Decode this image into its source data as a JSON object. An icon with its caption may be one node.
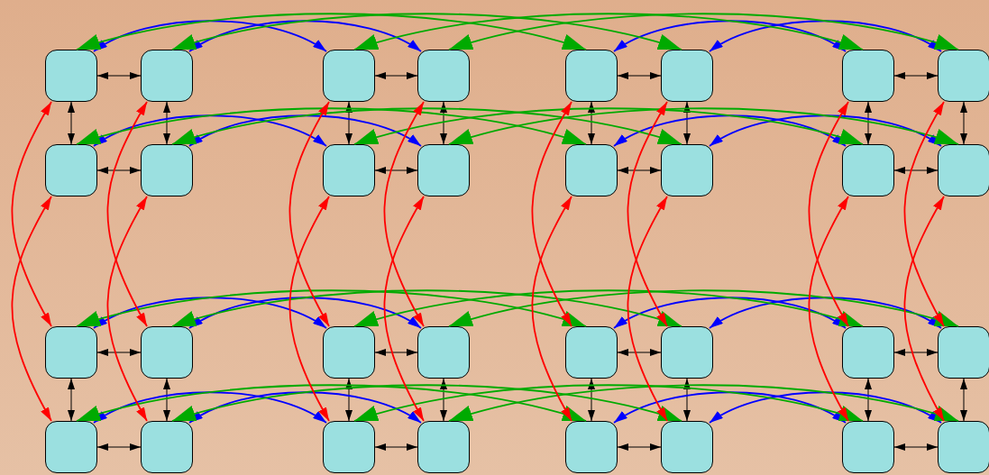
{
  "diagram": {
    "nodes": [
      {
        "text": [],
        "shape": "box"
      },
      {
        "text": [],
        "shape": "box"
      },
      {
        "text": [],
        "shape": "box"
      },
      {
        "text": [],
        "shape": "box"
      },
      {
        "text": [],
        "shape": "box"
      },
      {
        "text": [],
        "shape": "box"
      },
      {
        "text": [],
        "shape": "box"
      },
      {
        "text": [],
        "shape": "box"
      },
      {
        "text": [],
        "shape": "box"
      },
      {
        "text": [],
        "shape": "box"
      },
      {
        "text": [],
        "shape": "box"
      },
      {
        "text": [],
        "shape": "box"
      },
      {
        "text": [],
        "shape": "box"
      },
      {
        "text": [],
        "shape": "box"
      },
      {
        "text": [],
        "shape": "box"
      },
      {
        "text": [],
        "shape": "box"
      },
      {
        "text": [],
        "shape": "box"
      },
      {
        "text": [],
        "shape": "box"
      },
      {
        "text": [],
        "shape": "box"
      },
      {
        "text": [],
        "shape": "box"
      },
      {
        "text": [],
        "shape": "box"
      },
      {
        "text": [],
        "shape": "box"
      },
      {
        "text": [],
        "shape": "box"
      },
      {
        "text": [],
        "shape": "box"
      },
      {
        "text": [],
        "shape": "box"
      },
      {
        "text": [],
        "shape": "box"
      },
      {
        "text": [],
        "shape": "box"
      },
      {
        "text": [],
        "shape": "box"
      },
      {
        "text": [],
        "shape": "box"
      },
      {
        "text": [],
        "shape": "box"
      },
      {
        "text": [],
        "shape": "box"
      },
      {
        "text": [],
        "shape": "box"
      }
    ],
    "edges": [
      {
        "from": 0,
        "to": 1,
        "arrow": "both"
      },
      {
        "from": 2,
        "to": 3,
        "arrow": "both"
      },
      {
        "from": 4,
        "to": 5,
        "arrow": "both"
      },
      {
        "from": 6,
        "to": 7,
        "arrow": "both"
      },
      {
        "from": 8,
        "to": 9,
        "arrow": "both"
      },
      {
        "from": 10,
        "to": 11,
        "arrow": "both"
      },
      {
        "from": 12,
        "to": 13,
        "arrow": "both"
      },
      {
        "from": 14,
        "to": 15,
        "arrow": "both"
      },
      {
        "from": 16,
        "to": 17,
        "arrow": "both"
      },
      {
        "from": 18,
        "to": 19,
        "arrow": "both"
      },
      {
        "from": 20,
        "to": 21,
        "arrow": "both"
      },
      {
        "from": 22,
        "to": 23,
        "arrow": "both"
      },
      {
        "from": 24,
        "to": 25,
        "arrow": "both"
      },
      {
        "from": 26,
        "to": 27,
        "arrow": "both"
      },
      {
        "from": 28,
        "to": 29,
        "arrow": "both"
      },
      {
        "from": 30,
        "to": 31,
        "arrow": "both"
      },
      {
        "from": 0,
        "to": 8,
        "arrow": "both"
      },
      {
        "from": 1,
        "to": 9,
        "arrow": "both"
      },
      {
        "from": 2,
        "to": 10,
        "arrow": "both"
      },
      {
        "from": 3,
        "to": 11,
        "arrow": "both"
      },
      {
        "from": 4,
        "to": 12,
        "arrow": "both"
      },
      {
        "from": 5,
        "to": 13,
        "arrow": "both"
      },
      {
        "from": 6,
        "to": 14,
        "arrow": "both"
      },
      {
        "from": 7,
        "to": 15,
        "arrow": "both"
      },
      {
        "from": 16,
        "to": 24,
        "arrow": "both"
      },
      {
        "from": 17,
        "to": 25,
        "arrow": "both"
      },
      {
        "from": 18,
        "to": 26,
        "arrow": "both"
      },
      {
        "from": 19,
        "to": 27,
        "arrow": "both"
      },
      {
        "from": 20,
        "to": 28,
        "arrow": "both"
      },
      {
        "from": 21,
        "to": 29,
        "arrow": "both"
      },
      {
        "from": 22,
        "to": 30,
        "arrow": "both"
      },
      {
        "from": 23,
        "to": 31,
        "arrow": "both"
      },
      {
        "from": 0,
        "to": 16,
        "arrow": "both",
        "color": "#ff0000"
      },
      {
        "from": 1,
        "to": 17,
        "arrow": "both",
        "color": "#ff0000"
      },
      {
        "from": 2,
        "to": 18,
        "arrow": "both",
        "color": "#ff0000"
      },
      {
        "from": 3,
        "to": 19,
        "arrow": "both",
        "color": "#ff0000"
      },
      {
        "from": 4,
        "to": 20,
        "arrow": "both",
        "color": "#ff0000"
      },
      {
        "from": 5,
        "to": 21,
        "arrow": "both",
        "color": "#ff0000"
      },
      {
        "from": 6,
        "to": 22,
        "arrow": "both",
        "color": "#ff0000"
      },
      {
        "from": 7,
        "to": 23,
        "arrow": "both",
        "color": "#ff0000"
      },
      {
        "from": 8,
        "to": 24,
        "arrow": "both",
        "color": "#ff0000"
      },
      {
        "from": 9,
        "to": 25,
        "arrow": "both",
        "color": "#ff0000"
      },
      {
        "from": 10,
        "to": 26,
        "arrow": "both",
        "color": "#ff0000"
      },
      {
        "from": 11,
        "to": 27,
        "arrow": "both",
        "color": "#ff0000"
      },
      {
        "from": 12,
        "to": 28,
        "arrow": "both",
        "color": "#ff0000"
      },
      {
        "from": 13,
        "to": 29,
        "arrow": "both",
        "color": "#ff0000"
      },
      {
        "from": 14,
        "to": 30,
        "arrow": "both",
        "color": "#ff0000"
      },
      {
        "from": 15,
        "to": 31,
        "arrow": "both",
        "color": "#ff0000"
      },
      {
        "from": 0,
        "to": 2,
        "arrow": "both",
        "color": "#0000ff"
      },
      {
        "from": 1,
        "to": 3,
        "arrow": "both",
        "color": "#0000ff"
      },
      {
        "from": 4,
        "to": 6,
        "arrow": "both",
        "color": "#0000ff"
      },
      {
        "from": 5,
        "to": 7,
        "arrow": "both",
        "color": "#0000ff"
      },
      {
        "from": 8,
        "to": 10,
        "arrow": "both",
        "color": "#0000ff"
      },
      {
        "from": 9,
        "to": 11,
        "arrow": "both",
        "color": "#0000ff"
      },
      {
        "from": 12,
        "to": 14,
        "arrow": "both",
        "color": "#0000ff"
      },
      {
        "from": 13,
        "to": 15,
        "arrow": "both",
        "color": "#0000ff"
      },
      {
        "from": 16,
        "to": 18,
        "arrow": "both",
        "color": "#0000ff"
      },
      {
        "from": 17,
        "to": 19,
        "arrow": "both",
        "color": "#0000ff"
      },
      {
        "from": 20,
        "to": 22,
        "arrow": "both",
        "color": "#0000ff"
      },
      {
        "from": 21,
        "to": 23,
        "arrow": "both",
        "color": "#0000ff"
      },
      {
        "from": 24,
        "to": 26,
        "arrow": "both",
        "color": "#0000ff"
      },
      {
        "from": 25,
        "to": 27,
        "arrow": "both",
        "color": "#0000ff"
      },
      {
        "from": 28,
        "to": 30,
        "arrow": "both",
        "color": "#0000ff"
      },
      {
        "from": 29,
        "to": 31,
        "arrow": "both",
        "color": "#0000ff"
      },
      {
        "from": 0,
        "to": 4,
        "arrow": "both",
        "color": "#00aa00"
      },
      {
        "from": 1,
        "to": 5,
        "arrow": "both",
        "color": "#00aa00"
      },
      {
        "from": 2,
        "to": 6,
        "arrow": "both",
        "color": "#00aa00"
      },
      {
        "from": 3,
        "to": 7,
        "arrow": "both",
        "color": "#00aa00"
      },
      {
        "from": 8,
        "to": 12,
        "arrow": "both",
        "color": "#00aa00"
      },
      {
        "from": 9,
        "to": 13,
        "arrow": "both",
        "color": "#00aa00"
      },
      {
        "from": 10,
        "to": 14,
        "arrow": "both",
        "color": "#00aa00"
      },
      {
        "from": 11,
        "to": 15,
        "arrow": "both",
        "color": "#00aa00"
      },
      {
        "from": 16,
        "to": 20,
        "arrow": "both",
        "color": "#00aa00"
      },
      {
        "from": 17,
        "to": 21,
        "arrow": "both",
        "color": "#00aa00"
      },
      {
        "from": 18,
        "to": 22,
        "arrow": "both",
        "color": "#00aa00"
      },
      {
        "from": 19,
        "to": 23,
        "arrow": "both",
        "color": "#00aa00"
      },
      {
        "from": 24,
        "to": 28,
        "arrow": "both",
        "color": "#00aa00"
      },
      {
        "from": 25,
        "to": 29,
        "arrow": "both",
        "color": "#00aa00"
      },
      {
        "from": 26,
        "to": 30,
        "arrow": "both",
        "color": "#00aa00"
      },
      {
        "from": 27,
        "to": 31,
        "arrow": "both",
        "color": "#00aa00"
      }
    ]
  }
}
